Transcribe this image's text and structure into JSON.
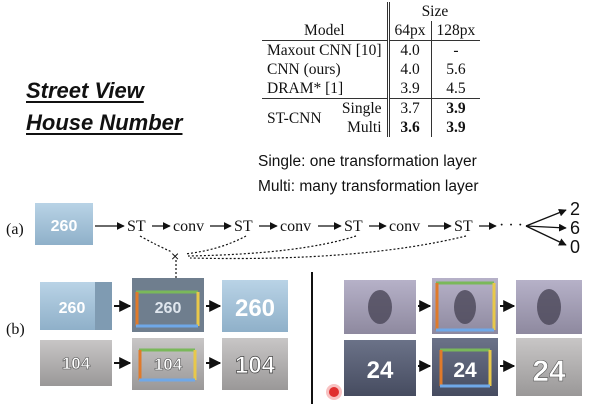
{
  "heading": {
    "line1": "Street View",
    "line2": "House Number"
  },
  "table": {
    "header_group": "Size",
    "header_model": "Model",
    "header_64": "64px",
    "header_128": "128px",
    "rows": [
      {
        "model": "Maxout CNN [10]",
        "v64": "4.0",
        "v128": "-"
      },
      {
        "model": "CNN (ours)",
        "v64": "4.0",
        "v128": "5.6"
      },
      {
        "model": "DRAM* [1]",
        "v64": "3.9",
        "v128": "4.5"
      }
    ],
    "st_cnn": {
      "model": "ST-CNN",
      "single_label": "Single",
      "single_64": "3.7",
      "single_128": "3.9",
      "multi_label": "Multi",
      "multi_64": "3.6",
      "multi_128": "3.9"
    }
  },
  "notes": {
    "single": "Single: one transformation layer",
    "multi": "Multi: many transformation layer"
  },
  "diagram": {
    "row_a_label": "(a)",
    "row_b_label": "(b)",
    "st": "ST",
    "conv": "conv",
    "ellipsis": "· · ·",
    "outputs": [
      "2",
      "6",
      "0"
    ],
    "thumbs": {
      "a": "260",
      "b1": "260",
      "b2": "104",
      "c2": "24"
    },
    "colors": {
      "box_top": "#7ab85a",
      "box_left": "#e07a2a",
      "box_right": "#e8c84a",
      "box_bottom": "#6fa8e8",
      "marker": "#e03030"
    }
  }
}
